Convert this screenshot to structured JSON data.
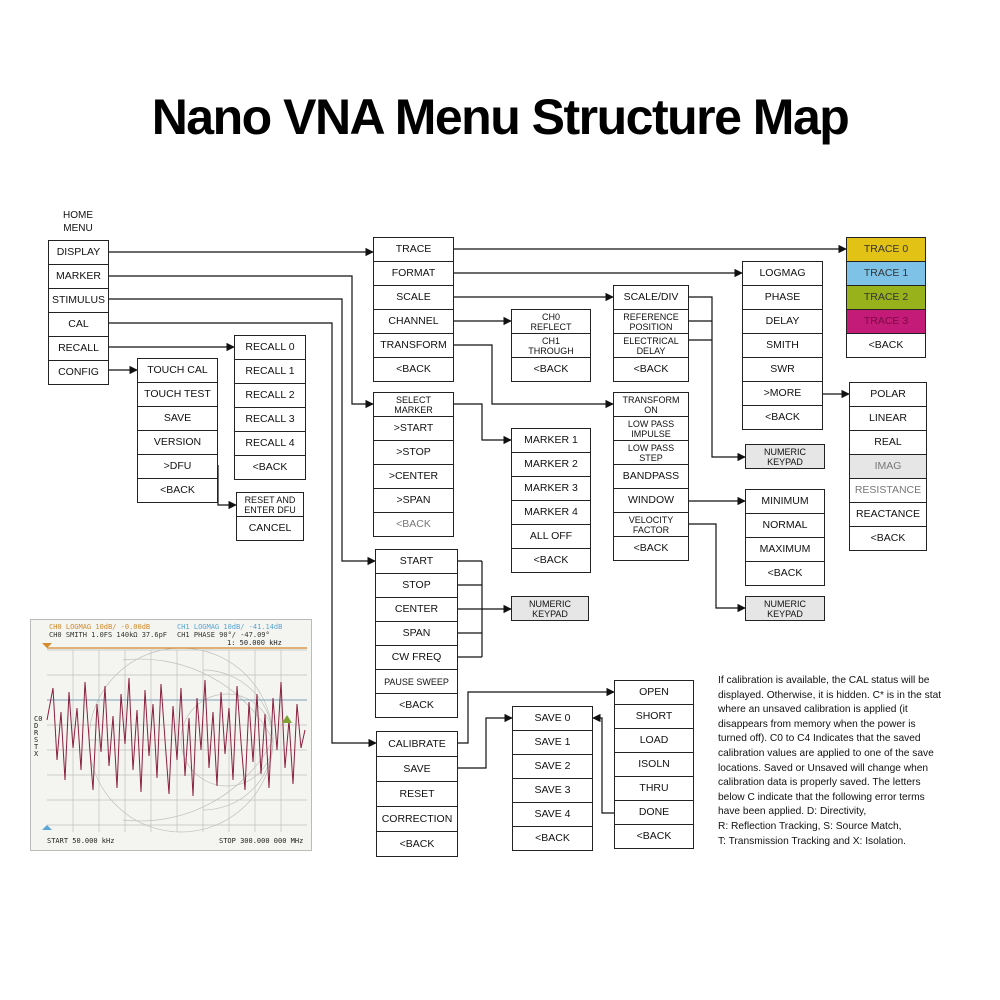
{
  "title": "Nano VNA Menu Structure Map",
  "home_label": "HOME\nMENU",
  "colors": {
    "trace0": "#e2c215",
    "trace1": "#7fc2e8",
    "trace2": "#97b21b",
    "trace3": "#c41a78",
    "scope_ch0": "#d28a2a",
    "scope_ch1": "#5aa6d6",
    "scope_trace": "#8a2040"
  },
  "menus": {
    "home": [
      "DISPLAY",
      "MARKER",
      "STIMULUS",
      "CAL",
      "RECALL",
      "CONFIG"
    ],
    "display": [
      "TRACE",
      "FORMAT",
      "SCALE",
      "CHANNEL",
      "TRANSFORM",
      "<BACK"
    ],
    "trace": [
      "TRACE 0",
      "TRACE 1",
      "TRACE 2",
      "TRACE 3",
      "<BACK"
    ],
    "format": [
      "LOGMAG",
      "PHASE",
      "DELAY",
      "SMITH",
      "SWR",
      ">MORE",
      "<BACK"
    ],
    "more": [
      "POLAR",
      "LINEAR",
      "REAL",
      "IMAG",
      "RESISTANCE",
      "REACTANCE",
      "<BACK"
    ],
    "scale": [
      "SCALE/DIV",
      "REFERENCE\nPOSITION",
      "ELECTRICAL\nDELAY",
      "<BACK"
    ],
    "channel": [
      "CH0\nREFLECT",
      "CH1\nTHROUGH",
      "<BACK"
    ],
    "transform": [
      "TRANSFORM\nON",
      "LOW PASS\nIMPULSE",
      "LOW PASS\nSTEP",
      "BANDPASS",
      "WINDOW",
      "VELOCITY\nFACTOR",
      "<BACK"
    ],
    "window": [
      "MINIMUM",
      "NORMAL",
      "MAXIMUM",
      "<BACK"
    ],
    "numeric_keypad": "NUMERIC\nKEYPAD",
    "marker": [
      "SELECT\nMARKER",
      ">START",
      ">STOP",
      ">CENTER",
      ">SPAN",
      "<BACK"
    ],
    "select_marker": [
      "MARKER 1",
      "MARKER 2",
      "MARKER 3",
      "MARKER 4",
      "ALL OFF",
      "<BACK"
    ],
    "stimulus": [
      "START",
      "STOP",
      "CENTER",
      "SPAN",
      "CW FREQ",
      "PAUSE SWEEP",
      "<BACK"
    ],
    "cal": [
      "CALIBRATE",
      "SAVE",
      "RESET",
      "CORRECTION",
      "<BACK"
    ],
    "save": [
      "SAVE 0",
      "SAVE 1",
      "SAVE 2",
      "SAVE 3",
      "SAVE 4",
      "<BACK"
    ],
    "calibrate": [
      "OPEN",
      "SHORT",
      "LOAD",
      "ISOLN",
      "THRU",
      "DONE",
      "<BACK"
    ],
    "recall": [
      "RECALL 0",
      "RECALL 1",
      "RECALL 2",
      "RECALL 3",
      "RECALL 4",
      "<BACK"
    ],
    "config": [
      "TOUCH CAL",
      "TOUCH TEST",
      "SAVE",
      "VERSION",
      ">DFU",
      "<BACK"
    ],
    "dfu": [
      "RESET AND\nENTER DFU",
      "CANCEL"
    ]
  },
  "note_lines": [
    "If calibration is available, the CAL status will be",
    "displayed. Otherwise, it is hidden. C* is in the stat",
    "where an unsaved calibration is applied (it",
    "disappears from memory when the power is",
    "turned off). C0 to C4 Indicates that the saved",
    "calibration values are applied to one of the save",
    "locations. Saved or Unsaved will change when",
    "calibration data is properly saved. The letters",
    "below C indicate that the following error terms",
    "have been applied. D: Directivity,",
    "R: Reflection Tracking, S: Source Match,",
    "T: Transmission Tracking and X: Isolation."
  ],
  "screen": {
    "ch0_header": "CH0 LOGMAG 10dB/  -0.00dB",
    "ch1_header": "CH1 LOGMAG 10dB/  -41.14dB",
    "ch0_smith": "CH0 SMITH 1.0FS  140kΩ 37.6pF",
    "ch1_phase": "CH1 PHASE 90°/  -47.09°",
    "marker_readout": "1: 50.000 kHz",
    "status_letters": "C0\nD\nR\nS\nT\nX",
    "start": "START 50.000 kHz",
    "stop": "STOP 300.000 000 MHz"
  }
}
